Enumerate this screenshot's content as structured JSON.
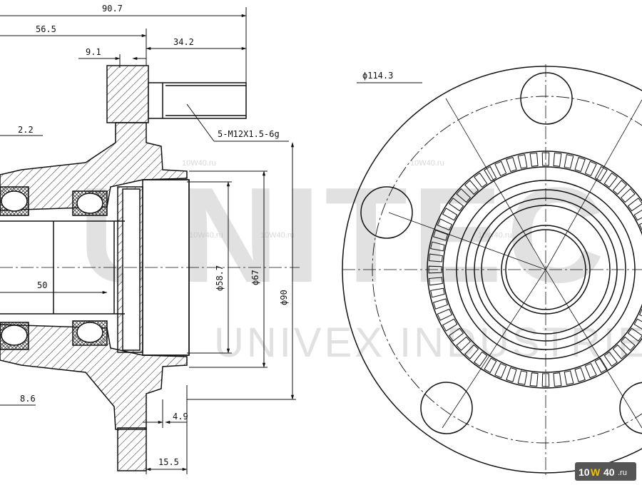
{
  "dimensions": {
    "overall_length": "90.7",
    "hub_length": "56.5",
    "stud_length": "34.2",
    "flange_offset": "9.1",
    "stud_spec": "5-M12X1.5-6g",
    "seal_gap": "2.2",
    "bore_length": "50",
    "inner_dia": "ϕ58.7",
    "pilot_dia": "ϕ67",
    "register_dia": "ϕ90",
    "bolt_circle": "ϕ114.3",
    "flange_thickness": "4.9",
    "left_step": "8.6",
    "pilot_length": "15.5"
  },
  "watermark": {
    "brand": "UNITEC",
    "company": "UNIVEX INDUSTRIES",
    "site_tag": "10W40.ru"
  },
  "badge": {
    "prefix": "10",
    "highlight": "W",
    "suffix": "40",
    "domain": ".ru"
  },
  "colors": {
    "line": "#111111",
    "hatch": "#222222",
    "watermark": "#c9c9c9",
    "badge_bg": "#555555",
    "badge_accent": "#f2c200"
  }
}
